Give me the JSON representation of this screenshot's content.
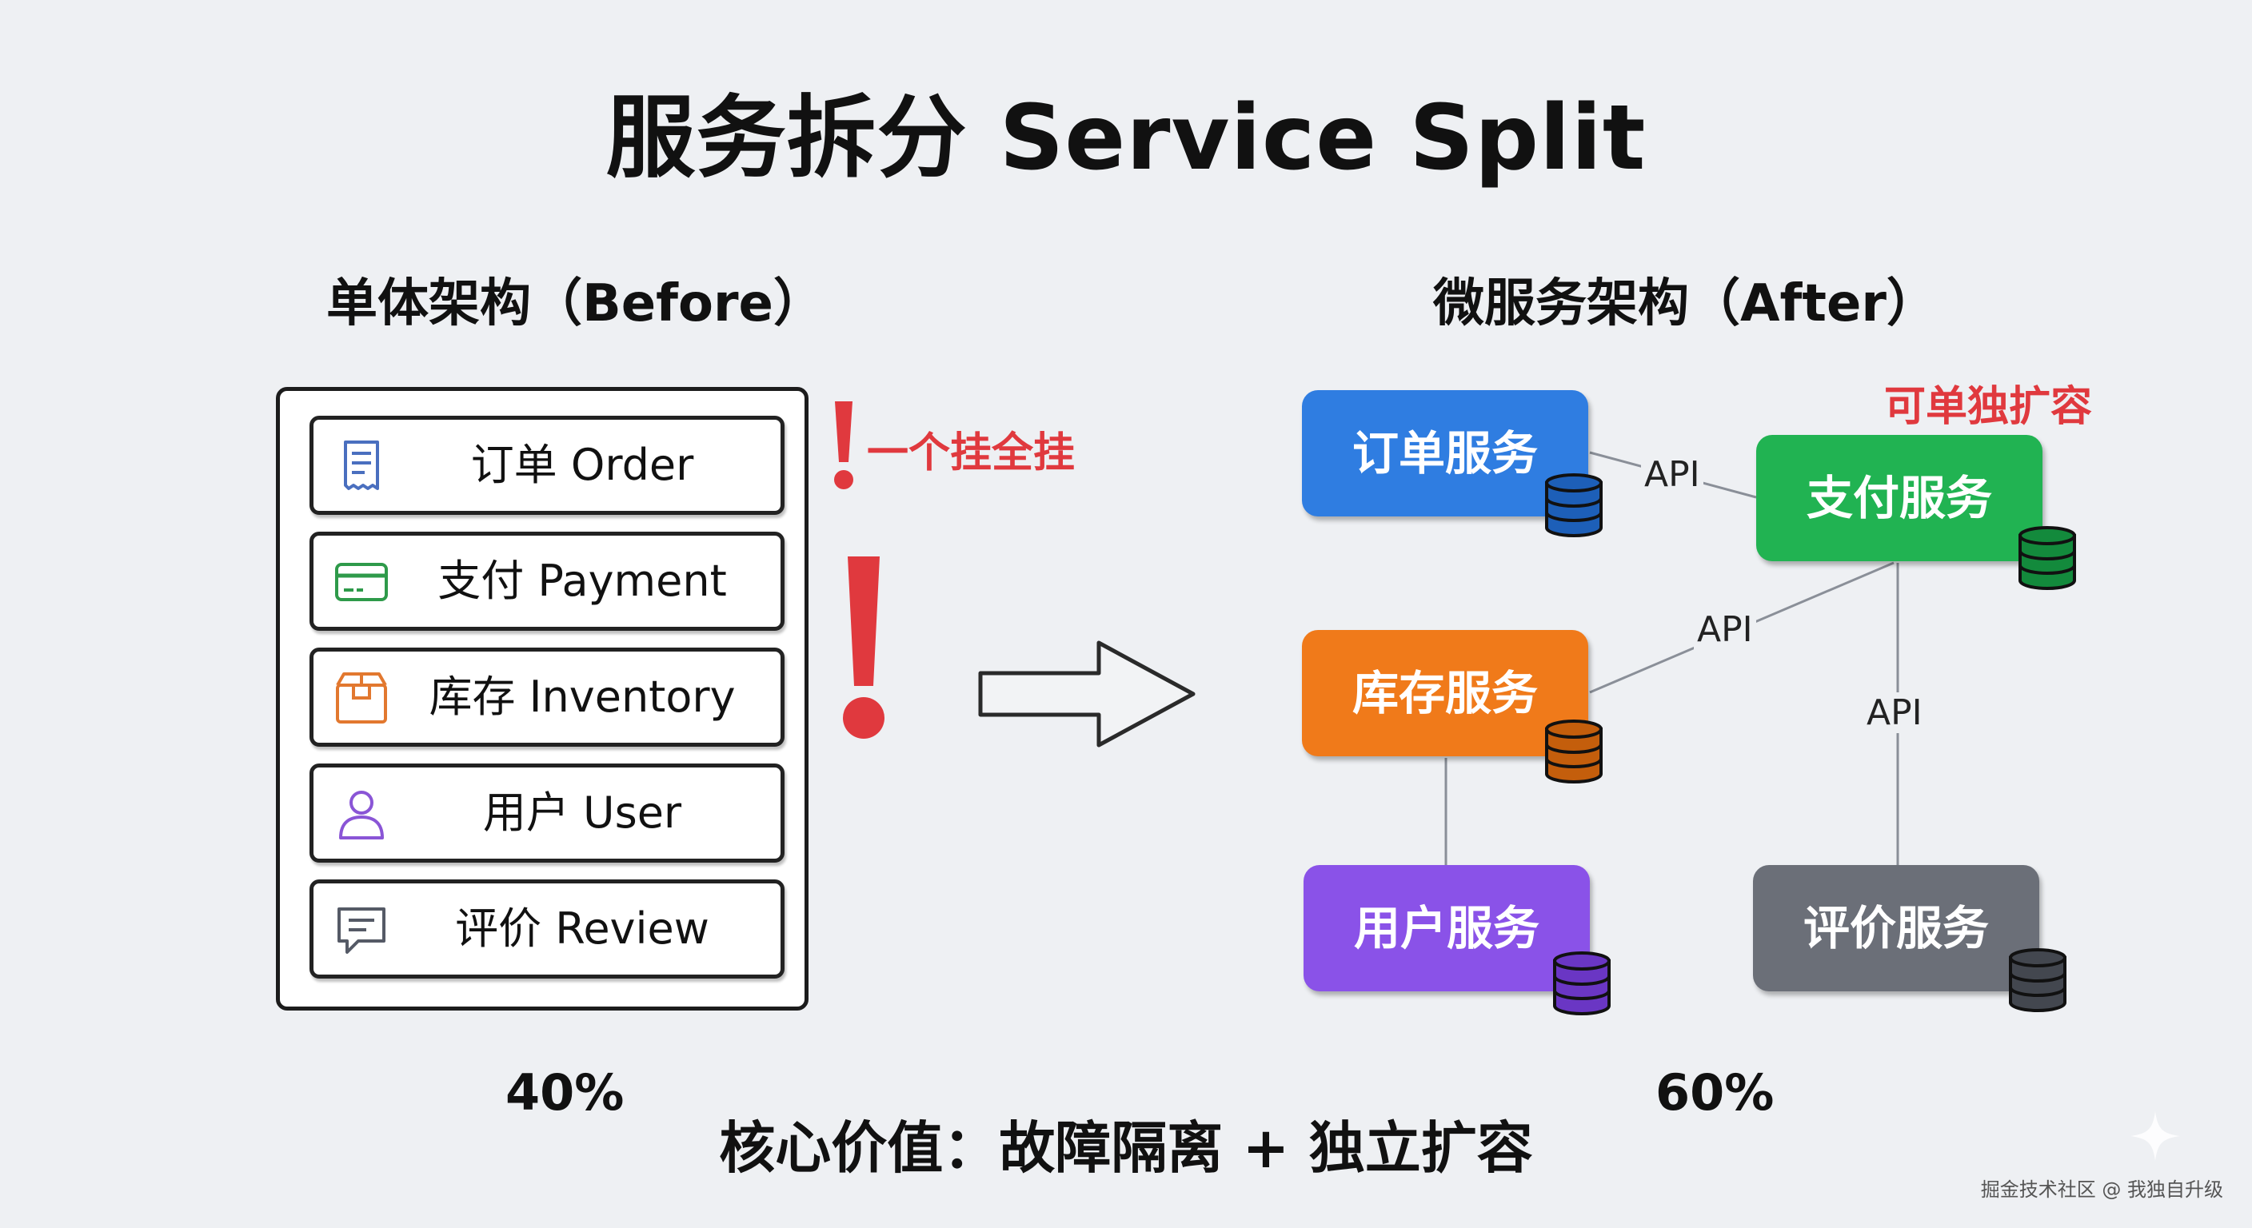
{
  "title": "服务拆分 Service Split",
  "before": {
    "heading": "单体架构（Before）",
    "modules": [
      {
        "label": "订单 Order",
        "icon": "receipt-icon",
        "color": "#4a6fbf"
      },
      {
        "label": "支付 Payment",
        "icon": "credit-card-icon",
        "color": "#2e9a4a"
      },
      {
        "label": "库存 Inventory",
        "icon": "box-icon",
        "color": "#e2782f"
      },
      {
        "label": "用户 User",
        "icon": "user-icon",
        "color": "#8a55d6"
      },
      {
        "label": "评价 Review",
        "icon": "chat-icon",
        "color": "#555a66"
      }
    ],
    "warning": "一个挂全挂",
    "percent": "40%"
  },
  "after": {
    "heading": "微服务架构（After）",
    "scale_note": "可单独扩容",
    "services": [
      {
        "id": "order",
        "label": "订单服务",
        "color": "#2f7de1",
        "db_color": "#1d5fb8"
      },
      {
        "id": "payment",
        "label": "支付服务",
        "color": "#21b352",
        "db_color": "#138a3c"
      },
      {
        "id": "inventory",
        "label": "库存服务",
        "color": "#f07a1a",
        "db_color": "#c45e0c"
      },
      {
        "id": "user",
        "label": "用户服务",
        "color": "#8a52e8",
        "db_color": "#6a36c4"
      },
      {
        "id": "review",
        "label": "评价服务",
        "color": "#6b6f78",
        "db_color": "#43474f"
      }
    ],
    "api_label": "API",
    "percent": "60%"
  },
  "core_value": "核心价值：故障隔离 + 独立扩容",
  "watermark": "掘金技术社区 @ 我独自升级",
  "colors": {
    "warning": "#e0393e",
    "arrow_fill": "#f2f3f5"
  }
}
